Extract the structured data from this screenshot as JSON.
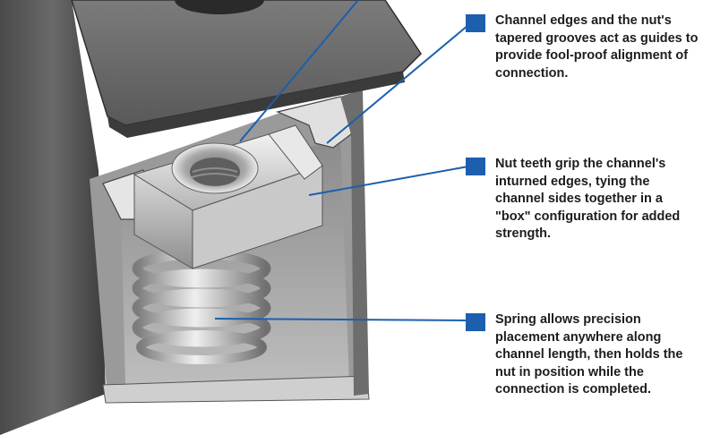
{
  "callouts": [
    {
      "marker": "blue-square-marker",
      "text": "Channel edges and the nut's tapered grooves act as guides to provide fool-proof alignment of connection."
    },
    {
      "marker": "blue-square-marker",
      "text": "Nut teeth grip the channel's inturned edges, tying the channel sides together in a \"box\" configuration for added strength."
    },
    {
      "marker": "blue-square-marker",
      "text": "Spring allows precision placement anywhere along channel length, then holds the nut in position while the connection is completed."
    }
  ],
  "colors": {
    "accent": "#1b5fae",
    "leader_line": "#1b5fae",
    "text": "#1d1d1d",
    "steel_dark": "#3a3a3a",
    "steel_light": "#d9d9d9"
  }
}
